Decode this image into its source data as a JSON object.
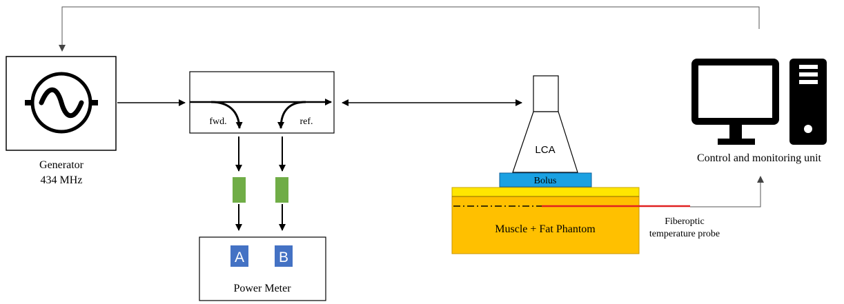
{
  "generator": {
    "label_line1": "Generator",
    "label_line2": "434 MHz"
  },
  "coupler": {
    "fwd_label": "fwd.",
    "ref_label": "ref."
  },
  "power_meter": {
    "label": "Power Meter",
    "channel_a": "A",
    "channel_b": "B"
  },
  "applicator": {
    "label": "LCA"
  },
  "bolus": {
    "label": "Bolus"
  },
  "phantom": {
    "label": "Muscle + Fat Phantom"
  },
  "probe": {
    "label_line1": "Fiberoptic",
    "label_line2": "temperature probe"
  },
  "control_unit": {
    "label": "Control and monitoring unit"
  },
  "colors": {
    "attenuator": "#70ad47",
    "channel_box": "#4472c4",
    "bolus": "#1ba1e2",
    "fat_layer": "#ffe600",
    "muscle": "#ffc000",
    "probe": "#e02020"
  }
}
